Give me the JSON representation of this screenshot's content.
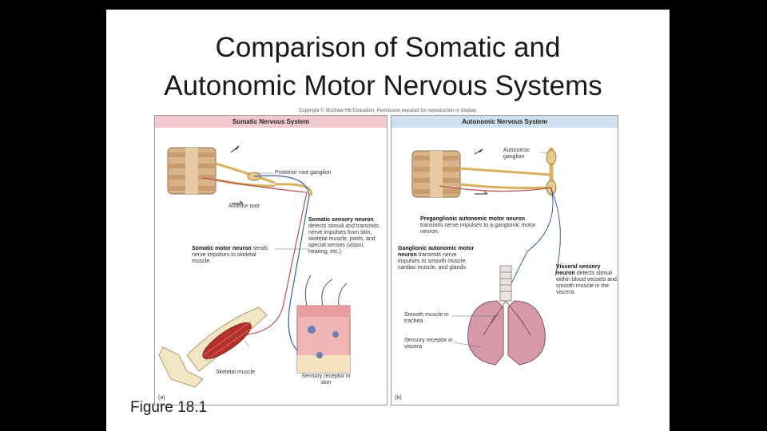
{
  "title": {
    "line1": "Comparison of Somatic and",
    "line2": "Autonomic Motor Nervous Systems"
  },
  "copyright": "Copyright © McGraw Hill Education. Permission required for reproduction or display.",
  "panel_a": {
    "header": "Somatic Nervous System",
    "letter": "(a)",
    "labels": {
      "posterior_root_ganglion": "Posterior root ganglion",
      "anterior_root": "Anterior root",
      "sensory_title": "Somatic sensory neuron",
      "sensory_desc": "detects stimuli and transmits nerve impulses from skin, skeletal muscle, joints, and special senses (vision, hearing, etc.).",
      "motor_title": "Somatic motor neuron",
      "motor_desc": "sends nerve impulses to skeletal muscle.",
      "skeletal_muscle": "Skeletal muscle",
      "sensory_receptor": "Sensory receptor in skin"
    }
  },
  "panel_b": {
    "header": "Autonomic Nervous System",
    "letter": "(b)",
    "labels": {
      "autonomic_ganglion": "Autonomic ganglion",
      "preganglionic_title": "Preganglionic autonomic motor neuron",
      "preganglionic_desc": "transmits nerve impulses to a ganglionic motor neuron.",
      "ganglionic_title": "Ganglionic autonomic motor neuron",
      "ganglionic_desc": "transmits nerve impulses to smooth muscle, cardiac muscle, and glands.",
      "visceral_title": "Visceral sensory neuron",
      "visceral_desc": "detects stimuli within blood vessels and smooth muscle in the viscera.",
      "smooth_muscle": "Smooth muscle in trachea",
      "sensory_receptor": "Sensory receptor in viscera"
    }
  },
  "figure_caption": "Figure 18.1"
}
